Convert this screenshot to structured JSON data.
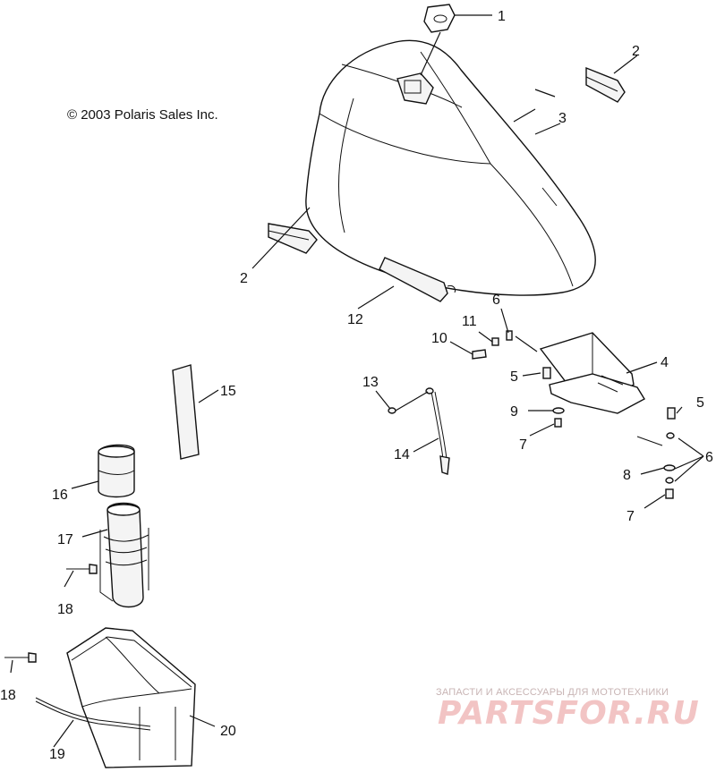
{
  "copyright": "© 2003 Polaris Sales Inc.",
  "watermark": {
    "tagline": "ЗАПАСТИ И АКСЕССУАРЫ ДЛЯ МОТОТЕХНИКИ",
    "brand": "PARTSFOR.RU"
  },
  "callouts": {
    "c1": "1",
    "c2a": "2",
    "c2b": "2",
    "c3": "3",
    "c4": "4",
    "c5a": "5",
    "c5b": "5",
    "c6a": "6",
    "c6b": "6",
    "c7a": "7",
    "c7b": "7",
    "c8": "8",
    "c9": "9",
    "c10": "10",
    "c11": "11",
    "c12": "12",
    "c13": "13",
    "c14": "14",
    "c15": "15",
    "c16": "16",
    "c17": "17",
    "c18a": "18",
    "c18b": "18",
    "c19": "19",
    "c20": "20"
  }
}
